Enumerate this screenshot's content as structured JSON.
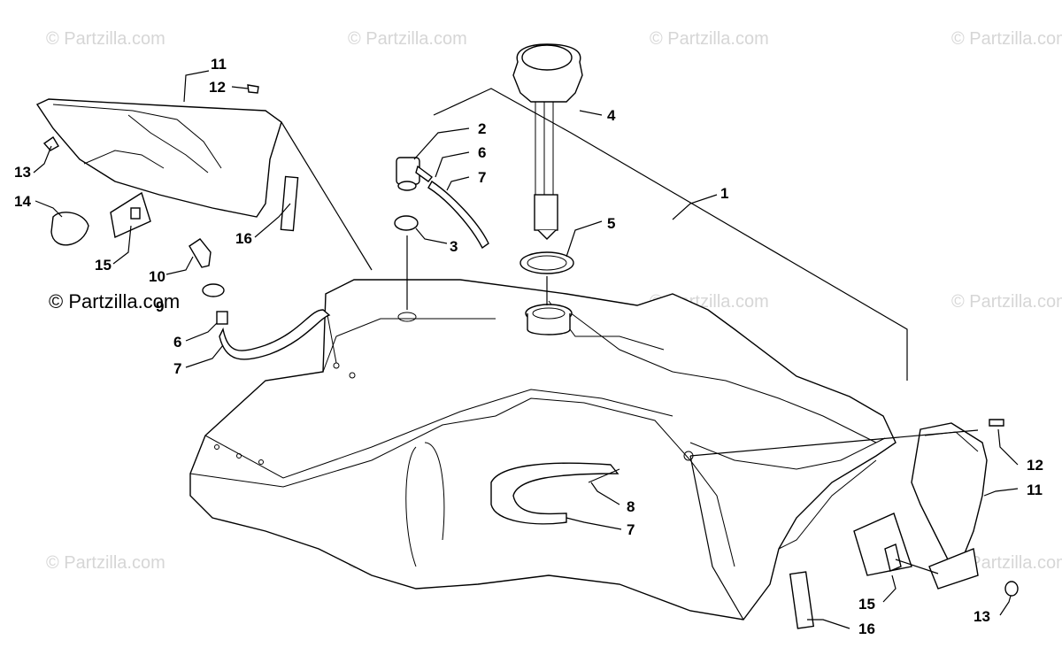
{
  "watermark": "© Partzilla.com",
  "brand": "© Partzilla.com",
  "callouts": [
    "1",
    "2",
    "3",
    "4",
    "5",
    "6",
    "7",
    "8",
    "9",
    "10",
    "11",
    "12",
    "13",
    "14",
    "15",
    "16"
  ]
}
